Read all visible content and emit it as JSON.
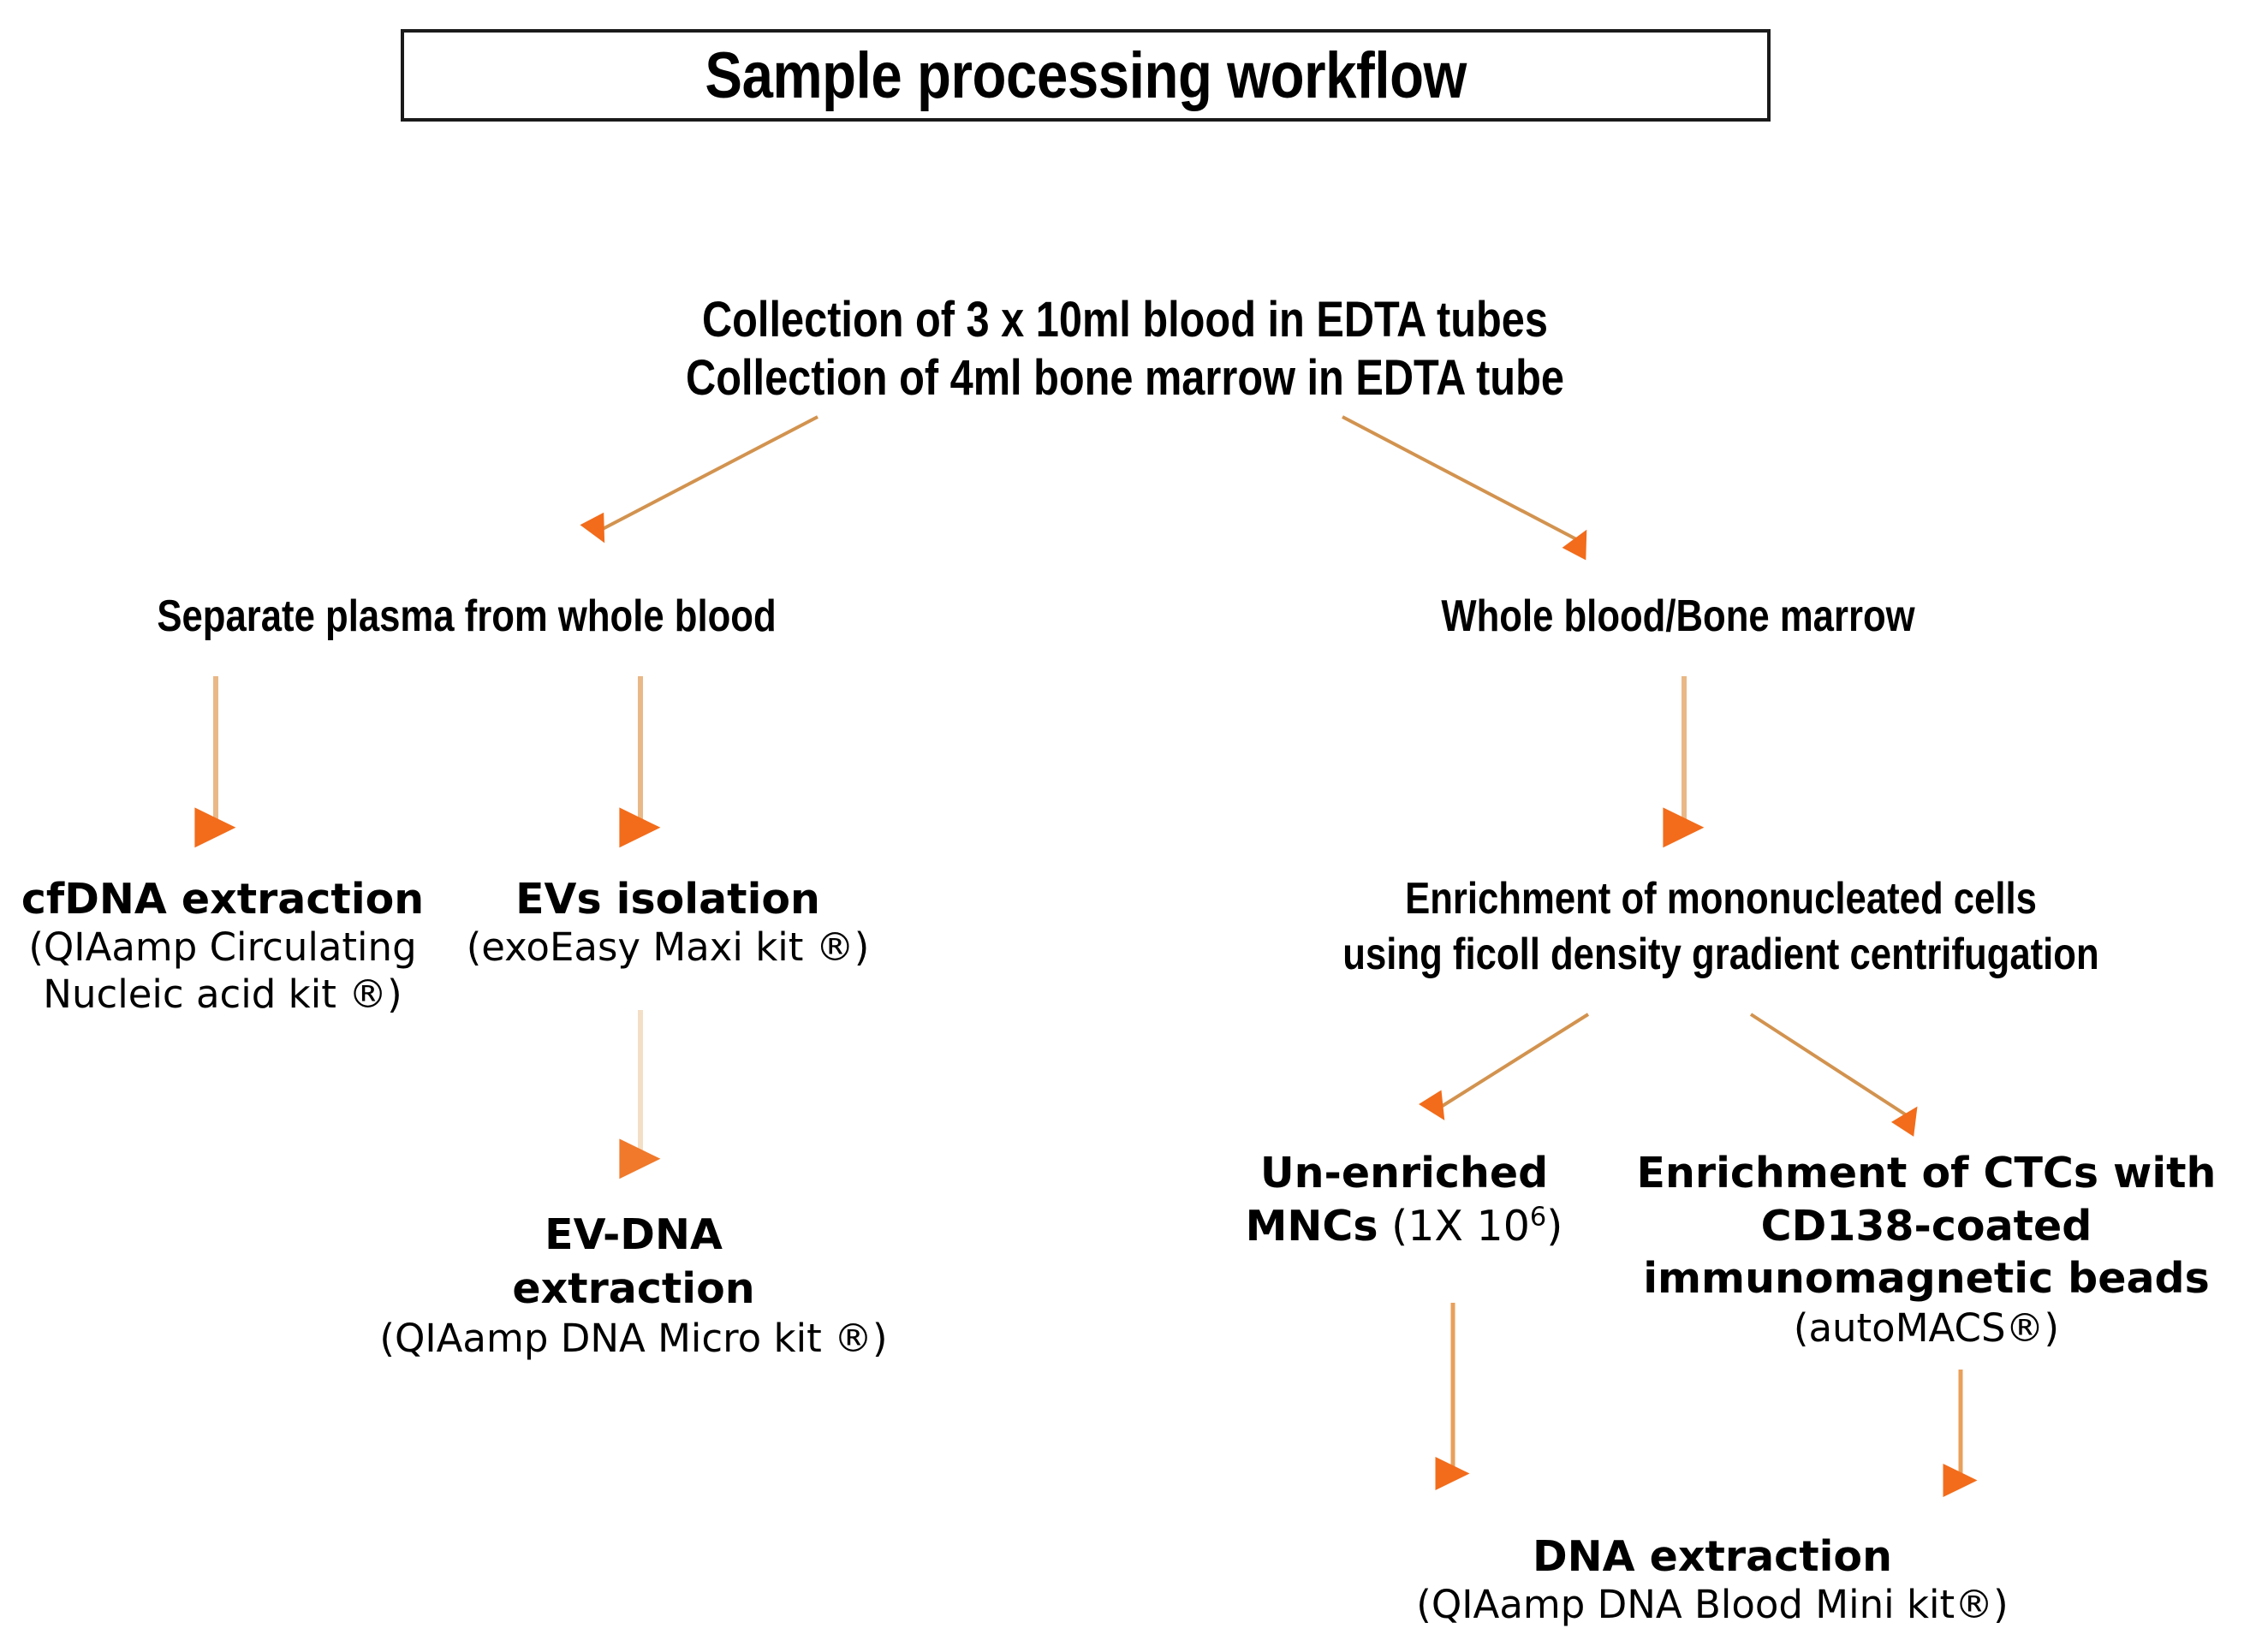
{
  "title": {
    "text": "Sample processing workflow"
  },
  "colors": {
    "arrow_shaft": "#e3a269",
    "arrow_shaft_faded": "#f0cfae",
    "arrow_head": "#f26c1b",
    "text": "#000000",
    "title_border": "#1a1a1a",
    "background": "#ffffff"
  },
  "nodes": {
    "collection": {
      "line1": "Collection of 3 x 10ml blood in EDTA tubes",
      "line2": "Collection of 4ml bone marrow in EDTA tube"
    },
    "separate_plasma": {
      "label": "Separate plasma from whole blood"
    },
    "whole_blood_bone_marrow": {
      "label": "Whole blood/Bone marrow"
    },
    "cfdna": {
      "heading": "cfDNA extraction",
      "sub_line1": "(QIAamp Circulating",
      "sub_line2": "Nucleic acid kit ®)"
    },
    "evs_isolation": {
      "heading": "EVs isolation",
      "sub": "(exoEasy Maxi kit ®)"
    },
    "ev_dna": {
      "heading_line1": "EV-DNA",
      "heading_line2": "extraction",
      "sub": "(QIAamp DNA Micro kit ®)"
    },
    "ficoll_enrichment": {
      "line1": "Enrichment of mononucleated cells",
      "line2": "using ficoll density gradient centrifugation"
    },
    "un_enriched_mncs": {
      "heading_line1": "Un-enriched",
      "heading_line2_bold": "MNCs",
      "heading_line2_regular_pre": " (1X 10",
      "heading_line2_superscript": "6",
      "heading_line2_regular_post": ")"
    },
    "ctc_enrichment": {
      "heading_line1": "Enrichment of CTCs with",
      "heading_line2": "CD138-coated",
      "heading_line3": "immunomagnetic beads",
      "sub": "(autoMACS®)"
    },
    "dna_extraction": {
      "heading": "DNA extraction",
      "sub": "(QIAamp DNA Blood Mini kit®)"
    }
  },
  "edges": [
    {
      "name": "collection-to-separate-plasma",
      "from": "collection",
      "to": "separate_plasma",
      "style": "diagonal"
    },
    {
      "name": "collection-to-whole-blood",
      "from": "collection",
      "to": "whole_blood_bone_marrow",
      "style": "diagonal"
    },
    {
      "name": "separate-plasma-to-cfdna",
      "from": "separate_plasma",
      "to": "cfdna",
      "style": "vertical"
    },
    {
      "name": "separate-plasma-to-evs",
      "from": "separate_plasma",
      "to": "evs_isolation",
      "style": "vertical"
    },
    {
      "name": "evs-to-ev-dna",
      "from": "evs_isolation",
      "to": "ev_dna",
      "style": "vertical-faded"
    },
    {
      "name": "whole-blood-to-ficoll",
      "from": "whole_blood_bone_marrow",
      "to": "ficoll_enrichment",
      "style": "vertical"
    },
    {
      "name": "ficoll-to-mncs",
      "from": "ficoll_enrichment",
      "to": "un_enriched_mncs",
      "style": "diagonal"
    },
    {
      "name": "ficoll-to-ctc",
      "from": "ficoll_enrichment",
      "to": "ctc_enrichment",
      "style": "diagonal"
    },
    {
      "name": "mncs-to-dna-extraction",
      "from": "un_enriched_mncs",
      "to": "dna_extraction",
      "style": "vertical"
    },
    {
      "name": "ctc-to-dna-extraction",
      "from": "ctc_enrichment",
      "to": "dna_extraction",
      "style": "vertical"
    }
  ]
}
